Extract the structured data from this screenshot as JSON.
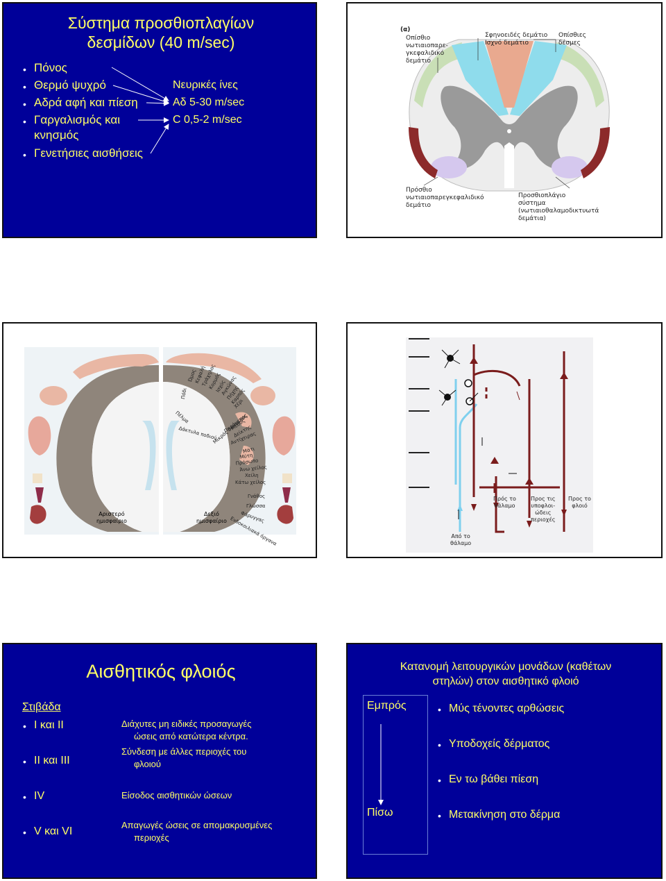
{
  "slide1": {
    "title_line1": "Σύστημα προσθιοπλαγίων",
    "title_line2": "δεσμίδων (40 m/sec)",
    "left_items": [
      "Πόνος",
      "Θερμό ψυχρό",
      "Αδρά αφή και πίεση",
      "Γαργαλισμός και",
      "κνησμός",
      "Γενετήσιες αισθήσεις"
    ],
    "right_items": [
      "Νευρικές ίνες",
      "Αδ  5-30 m/sec",
      "C   0,5-2 m/sec"
    ]
  },
  "slide2": {
    "panel_label": "(α)",
    "labels": {
      "posterior_spinocerebellar": [
        "Οπίσθιο",
        "νωτιαιοπαρε-",
        "γκεφαλιδικό",
        "δεμάτιο"
      ],
      "cuneate": [
        "Σφηνοειδές δεμάτιο"
      ],
      "gracile": [
        "Ισχνό δεμάτιο"
      ],
      "posterior_columns": [
        "Οπίσθιες",
        "δέσμες"
      ],
      "anterior_spinocerebellar": [
        "Πρόσθιο",
        "νωτιαιοπαρεγκεφαλιδικό",
        "δεμάτιο"
      ],
      "anterolateral": [
        "Προσθιοπλάγιο",
        "σύστημα",
        "(νωτιαιοθαλαμοδικτυωτά",
        "δεμάτια)"
      ]
    },
    "colors": {
      "cuneate_gracile": "#e9a98f",
      "posterior_columns": "#8fdcec",
      "white_outline": "#c9dfb6",
      "grey_matter": "#9a9a9a",
      "anterolateral": "#d5c8ee",
      "spinocerebellar": "#8c2a2a"
    }
  },
  "slide3": {
    "left_hemisphere_label": [
      "Αριστερό",
      "ημισφαίριο"
    ],
    "right_hemisphere_label": [
      "Δεξιό",
      "ημισφαίριο"
    ],
    "homunculus_labels": [
      "Ώμος",
      "Κεφαλή",
      "Τράχηλος",
      "Κορμός",
      "Ισχύς",
      "Αγκώνας",
      "Πήχης",
      "Καρπός",
      "Χέρι",
      "Μικρός δάκτυλος",
      "Παράμεσος",
      "Μέσος",
      "Δείκτης",
      "Αντίχειρας",
      "Μάτι",
      "Μύτη",
      "Πρόσωπο",
      "Άνω χείλος",
      "Χείλη",
      "Κάτω χείλος",
      "Γνάθος",
      "Γλώσσα",
      "Φάρυγγας",
      "Ενδοκοιλιακά όργανα",
      "Πόδι",
      "Πέλμα",
      "Δάκτυλα ποδιού"
    ]
  },
  "slide4": {
    "labels": {
      "to_thalamus": [
        "Πρός το",
        "θάλαμο"
      ],
      "to_subcortical": [
        "Προς τις",
        "υποφλοι-",
        "ώδεις",
        "περιοχές"
      ],
      "to_cortex": [
        "Προς το",
        "φλοιό"
      ],
      "from_thalamus": [
        "Από το",
        "θάλαμο"
      ]
    },
    "colors": {
      "efferent": "#7a1c1c",
      "afferent": "#7fd0ee"
    }
  },
  "slide5": {
    "title": "Αισθητικός φλοιός",
    "header": "Στιβάδα",
    "rows": [
      {
        "layer": "I και II",
        "desc_line1": "Διάχυτες μη ειδικές προσαγωγές",
        "desc_line2": "ώσεις από κατώτερα κέντρα."
      },
      {
        "layer": "II και III",
        "desc_line1": "Σύνδεση με άλλες περιοχές του",
        "desc_line2": "φλοιού"
      },
      {
        "layer": "IV",
        "desc_line1": "Είσοδος αισθητικών ώσεων",
        "desc_line2": ""
      },
      {
        "layer": "V και VI",
        "desc_line1": "Απαγωγές ώσεις σε απομακρυσμένες",
        "desc_line2": "περιοχές"
      }
    ]
  },
  "slide6": {
    "title_line1": "Κατανομή λειτουργικών μονάδων (καθέτων",
    "title_line2": "στηλών) στον αισθητικό φλοιό",
    "front": "Εμπρός",
    "back": "Πίσω",
    "items": [
      "Μύς τένοντες αρθώσεις",
      "Υποδοχείς δέρματος",
      "Εν τω βάθει πίεση",
      "Μετακίνηση στο δέρμα"
    ]
  }
}
